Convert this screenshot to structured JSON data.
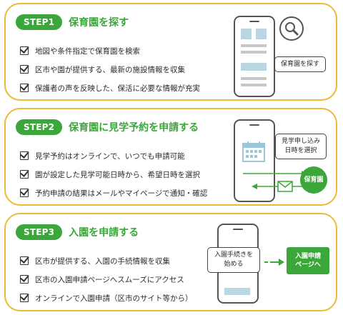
{
  "steps": [
    {
      "badge": "STEP1",
      "title": "保育園を探す",
      "items": [
        "地図や条件指定で保育園を検索",
        "区市や園が提供する、最新の施設情報を収集",
        "保護者の声を反映した、保活に必要な情報が充実"
      ],
      "callout": "保育園を探す"
    },
    {
      "badge": "STEP2",
      "title": "保育園に見学予約を申請する",
      "items": [
        "見学予約はオンラインで、いつでも申請可能",
        "園が設定した見学可能日時から、希望日時を選択",
        "予約申請の結果はメールやマイページで通知・確認"
      ],
      "callout_line1": "見学申し込み",
      "callout_line2": "日時を選択",
      "nursery_label": "保育園"
    },
    {
      "badge": "STEP3",
      "title": "入園を申請する",
      "items": [
        "区市が提供する、入園の手続情報を収集",
        "区市の入園申請ページへスムーズにアクセス",
        "オンラインで入園申請（区市のサイト等から）"
      ],
      "callout_line1": "入園手続きを",
      "callout_line2": "始める",
      "button_line1": "入園申請",
      "button_line2": "ページへ"
    }
  ],
  "colors": {
    "accent_green": "#3ba73a",
    "border_yellow": "#f0b934",
    "screen_blue": "#b8d7e3"
  },
  "icons": [
    "check-icon",
    "search-magnifier-icon",
    "calendar-icon",
    "envelope-icon",
    "arrow-right-icon",
    "smartphone-icon"
  ]
}
